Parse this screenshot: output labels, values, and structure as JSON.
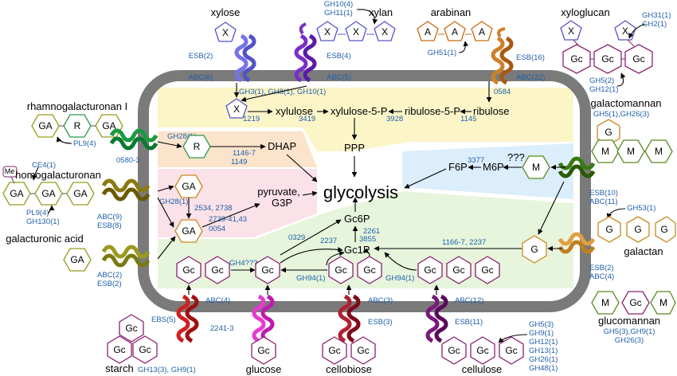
{
  "polysaccharides": {
    "xylose": "xylose",
    "xylan": "xylan",
    "arabinan": "arabinan",
    "xyloglucan": "xyloglucan",
    "rhamnogalacturonan": "rhamnogalacturonan I",
    "homogalacturonan": "homogalacturonan",
    "galacturonic_acid": "galacturonic acid",
    "galactomannan": "galactomannan",
    "galactan": "galactan",
    "glucomannan": "glucomannan",
    "starch": "starch",
    "glucose": "glucose",
    "cellobiose": "cellobiose",
    "cellulose": "cellulose"
  },
  "symbols": {
    "X": "X",
    "A": "A",
    "Gc": "Gc",
    "GA": "GA",
    "R": "R",
    "M": "M",
    "G": "G",
    "Me": "Me"
  },
  "enzymes": {
    "xylan_gh": [
      "GH10(4)",
      "GH11(1)"
    ],
    "arabinan_gh": "GH51(1)",
    "xyloglucan_gh": [
      "GH31(1)",
      "GH2(1)"
    ],
    "xyloglucan_gh2": [
      "GH5(2)",
      "GH12(1)"
    ],
    "rg_pl": "PL9(4)",
    "hg_ce": "CE4(1)",
    "hg_pl": [
      "PL9(4)",
      "GH130(1)"
    ],
    "galactomannan_gh": "GH5(1),GH26(3)",
    "galactan_gh": "GH53(1)",
    "glucomannan_gh": [
      "GH5(3),GH9(1)",
      "GH26(3)"
    ],
    "starch_gh": "GH13(3), GH9(1)",
    "cellulose_gh": [
      "GH5(3)",
      "GH9(1)",
      "GH12(1)",
      "GH13(1)",
      "GH26(1)",
      "GH48(1)"
    ]
  },
  "transporters": {
    "xylose": [
      "ESB(2)",
      "ABC(6)"
    ],
    "xylan": [
      "ESB(4)",
      "ABC(5)"
    ],
    "arabinan": [
      "ESB(16)",
      "ABC(22)"
    ],
    "rg": "0580-3",
    "hg": [
      "ABC(9)",
      "ESB(8)"
    ],
    "gal_acid": [
      "ABC(2)",
      "ESB(2)"
    ],
    "galactomannan": [
      "ESB(10)",
      "ABC(11)"
    ],
    "galactan": [
      "ESB(2)",
      "ABC(4)"
    ],
    "starch": [
      "ABC(4)",
      "EBS(5)"
    ],
    "glucose": "2241-3",
    "cellobiose": [
      "ABC(3)",
      "ESB(3)"
    ],
    "cellulose": [
      "ABC(12)",
      "ESB(11)"
    ]
  },
  "metabolism": {
    "xylose_gh": "GH3(1), GH8(1), GH10(1)",
    "xylulose": "xylulose",
    "xylulose5p": "xylulose-5-P",
    "ribulose5p": "ribulose-5-P",
    "ribulose": "ribulose",
    "n1219": "1219",
    "n3419": "3419",
    "n3928": "3928",
    "n1145": "1145",
    "n0584": "0584",
    "ppp": "PPP",
    "gh28_1": "GH28(1)",
    "dhap": "DHAP",
    "n1146": "1146-7",
    "n1149": "1149",
    "gh28_2": "GH28(1)",
    "n2534": "2534, 2738",
    "pyruvate": "pyruvate,",
    "g3p": "G3P",
    "n2739": "2739-41,43",
    "n0054": "0054",
    "glycolysis": "glycolysis",
    "f6p": "F6P",
    "m6p": "M6P",
    "qqq": "???",
    "n3377": "3377",
    "gc6p": "Gc6P",
    "gc1p": "Gc1P",
    "n0329": "0329",
    "n2237": "2237",
    "n2261": "2261",
    "n3855": "3855",
    "n1166": "1166-7, 2237",
    "gh4": "GH4???",
    "gh94_1": "GH94(1)",
    "gh94_2": "GH94(1)"
  }
}
